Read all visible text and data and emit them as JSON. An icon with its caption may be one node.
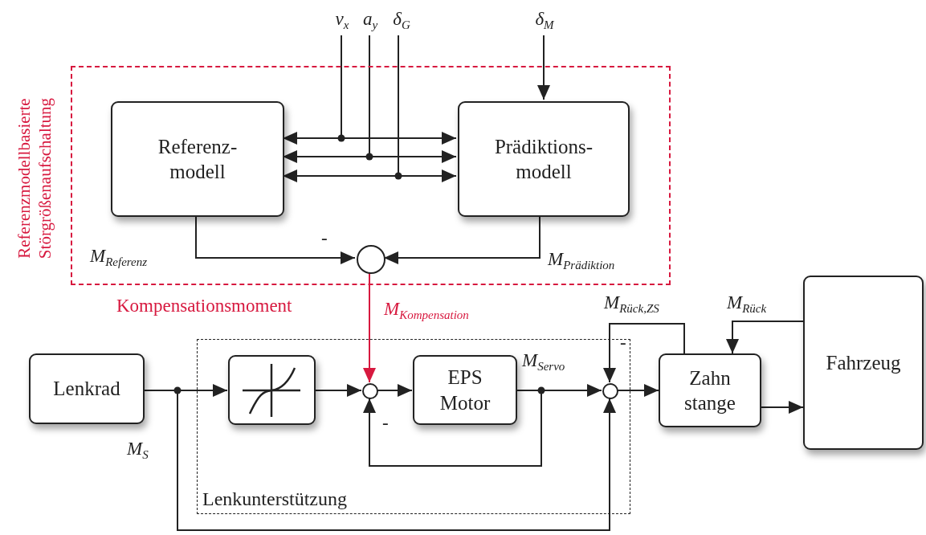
{
  "diagram": {
    "nodes": [
      {
        "text": [
          "Referenzmodellbasierte Störgrößenaufschaltung"
        ]
      },
      {
        "text": [
          "Referenz- modell"
        ],
        "in": 0
      },
      {
        "text": [
          "Prädiktions- modell"
        ],
        "in": 0
      },
      {
        "text": [],
        "shape": "circle",
        "in": 0
      },
      {
        "text": [
          "v$_{x}$"
        ]
      },
      {
        "text": [
          "a$_{y}$"
        ]
      },
      {
        "text": [
          "δ$_{G}$"
        ]
      },
      {
        "text": [
          "δ$_{M}$"
        ]
      },
      {
        "text": [
          "Lenkrad"
        ]
      },
      {
        "text": [
          "Lenkunterstützung"
        ]
      },
      {
        "text": [],
        "shape": "box",
        "in": 9
      },
      {
        "text": [],
        "shape": "circle",
        "in": 9
      },
      {
        "text": [
          "EPS Motor"
        ],
        "in": 9
      },
      {
        "text": [],
        "shape": "circle",
        "in": 9
      },
      {
        "text": [
          "Zahn stange"
        ]
      },
      {
        "text": [
          "Fahrzeug"
        ]
      }
    ],
    "edges": [
      {
        "from": 4,
        "to": 1,
        "arrow": "to"
      },
      {
        "from": 4,
        "to": 2,
        "arrow": "to"
      },
      {
        "from": 5,
        "to": 1,
        "arrow": "to"
      },
      {
        "from": 5,
        "to": 2,
        "arrow": "to"
      },
      {
        "from": 6,
        "to": 1,
        "arrow": "to"
      },
      {
        "from": 6,
        "to": 2,
        "arrow": "to"
      },
      {
        "from": 7,
        "to": 2,
        "arrow": "to"
      },
      {
        "from": 1,
        "to": 3,
        "arrow": "to"
      },
      {
        "from": 2,
        "to": 3,
        "arrow": "to"
      },
      {
        "from": 3,
        "to": 11,
        "arrow": "to",
        "color": "#d7193f"
      },
      {
        "from": 8,
        "to": 10,
        "arrow": "to"
      },
      {
        "from": 8,
        "to": 13,
        "arrow": "to"
      },
      {
        "from": 10,
        "to": 11,
        "arrow": "to"
      },
      {
        "from": 11,
        "to": 12,
        "arrow": "to"
      },
      {
        "from": 12,
        "to": 13,
        "arrow": "to"
      },
      {
        "from": 12,
        "to": 11,
        "arrow": "to"
      },
      {
        "from": 14,
        "to": 13,
        "arrow": "to"
      },
      {
        "from": 14,
        "to": 15,
        "arrow": "to"
      },
      {
        "from": 15,
        "to": 14,
        "arrow": "to"
      },
      {
        "from": 13,
        "to": 14,
        "arrow": "to"
      }
    ],
    "labels": [
      "-",
      "M$_{Referenz}$",
      "M$_{Prädiktion}$",
      "Kompensationsmoment",
      "M$_{Kompensation}$",
      "M$_{Rück,ZS}$",
      "M$_{Rück}$",
      "-",
      "M$_{Servo}$",
      "-",
      "M$_{S}$"
    ]
  }
}
